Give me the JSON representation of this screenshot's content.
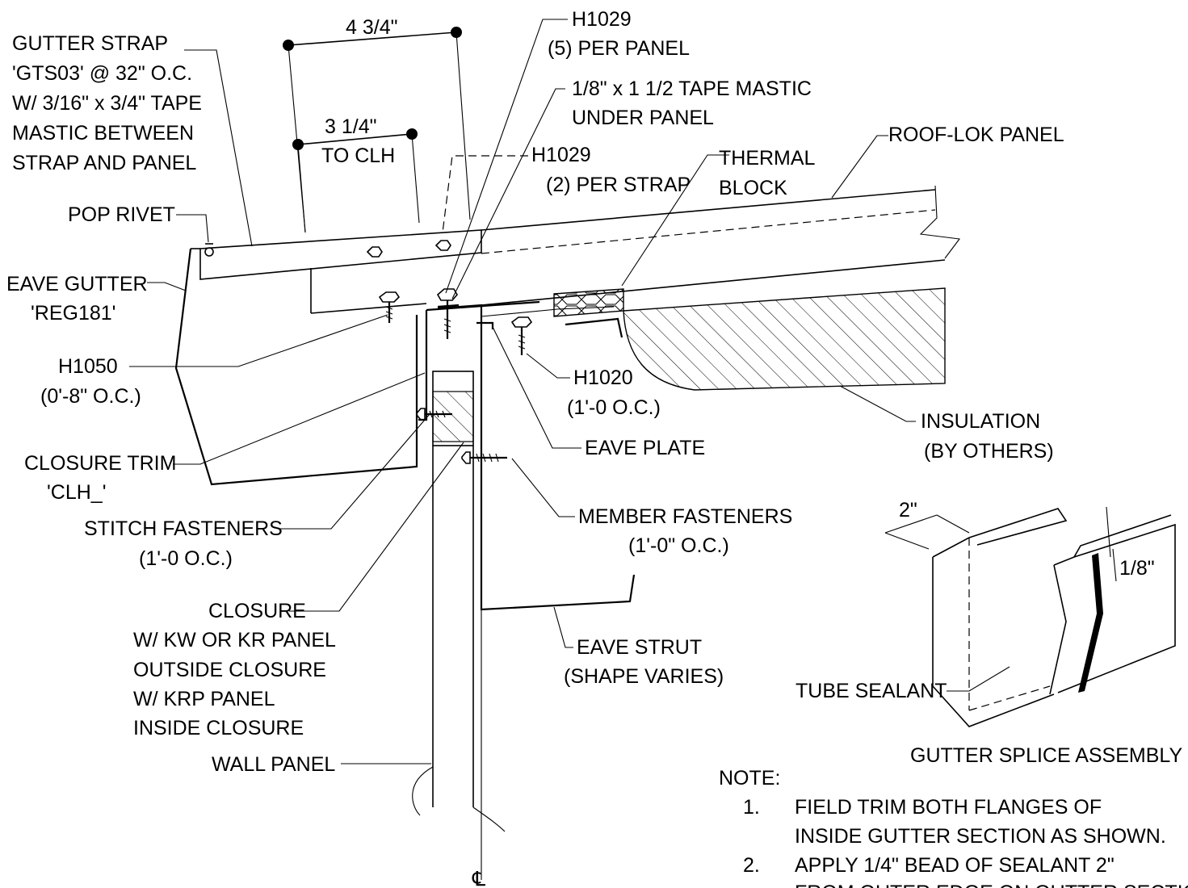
{
  "labels": {
    "gutter_strap": [
      "GUTTER STRAP",
      "'GTS03' @ 32\" O.C.",
      "W/ 3/16\" x 3/4\" TAPE",
      "MASTIC BETWEEN",
      "STRAP AND PANEL"
    ],
    "pop_rivet": "POP RIVET",
    "eave_gutter": [
      "EAVE GUTTER",
      "'REG181'"
    ],
    "h1050": [
      "H1050",
      "(0'-8\" O.C.)"
    ],
    "closure_trim": [
      "CLOSURE TRIM",
      "'CLH_'"
    ],
    "stitch_fasteners": [
      "STITCH FASTENERS",
      "(1'-0 O.C.)"
    ],
    "closure": [
      "CLOSURE",
      "W/ KW OR KR PANEL",
      "OUTSIDE CLOSURE",
      "W/ KRP PANEL",
      "INSIDE CLOSURE"
    ],
    "wall_panel": "WALL PANEL",
    "h1029_panel": [
      "H1029",
      "(5) PER PANEL"
    ],
    "tape_mastic": [
      "1/8\" x 1 1/2 TAPE MASTIC",
      "UNDER PANEL"
    ],
    "h1029_strap": [
      "H1029",
      "(2) PER STRAP"
    ],
    "thermal_block": [
      "THERMAL",
      "BLOCK"
    ],
    "roof_panel": "ROOF-LOK PANEL",
    "h1020": [
      "H1020",
      "(1'-0  O.C.)"
    ],
    "eave_plate": "EAVE PLATE",
    "insulation": [
      "INSULATION",
      "(BY OTHERS)"
    ],
    "member_fasteners": [
      "MEMBER FASTENERS",
      "(1'-0\" O.C.)"
    ],
    "eave_strut": [
      "EAVE STRUT",
      "(SHAPE VARIES)"
    ],
    "tube_sealant": "TUBE SEALANT",
    "splice_title": "GUTTER SPLICE ASSEMBLY",
    "centerline": "℄"
  },
  "dimensions": {
    "outer": "4 3/4\"",
    "inner": [
      "3 1/4\"",
      "TO CLH"
    ],
    "splice_overlap": "2\"",
    "splice_gap": "1/8\""
  },
  "notes": {
    "heading": "NOTE:",
    "items": [
      {
        "num": "1.",
        "lines": [
          "FIELD TRIM BOTH FLANGES OF",
          "INSIDE GUTTER SECTION AS SHOWN."
        ]
      },
      {
        "num": "2.",
        "lines": [
          "APPLY 1/4\" BEAD OF SEALANT 2\"",
          "FROM OUTER EDGE ON GUTTER SECTION."
        ]
      }
    ]
  }
}
